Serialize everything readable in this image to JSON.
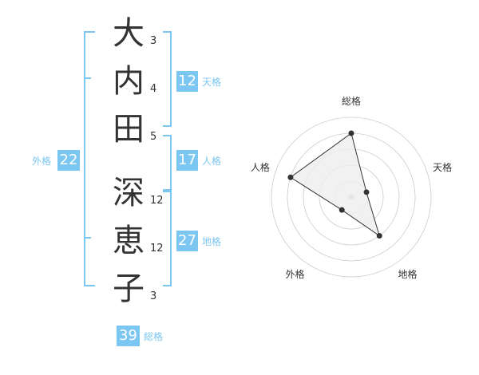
{
  "name": {
    "chars": [
      {
        "char": "大",
        "strokes": "3"
      },
      {
        "char": "内",
        "strokes": "4"
      },
      {
        "char": "田",
        "strokes": "5"
      },
      {
        "char": "深",
        "strokes": "12"
      },
      {
        "char": "恵",
        "strokes": "12"
      },
      {
        "char": "子",
        "strokes": "3"
      }
    ]
  },
  "fortunes": {
    "tenkaku": {
      "value": "12",
      "label": "天格"
    },
    "jinkaku": {
      "value": "17",
      "label": "人格"
    },
    "chikaku": {
      "value": "27",
      "label": "地格"
    },
    "gaikaku": {
      "value": "22",
      "label": "外格"
    },
    "soukaku": {
      "value": "39",
      "label": "総格"
    }
  },
  "chart_data": {
    "type": "radar",
    "axes": [
      "総格",
      "天格",
      "地格",
      "外格",
      "人格"
    ],
    "values": [
      4,
      1,
      3,
      1,
      4
    ],
    "max": 5,
    "rings": 5
  },
  "colors": {
    "accent": "#7cc6f2",
    "text": "#333333",
    "grid": "#cccccc",
    "fill": "#eeeeee"
  }
}
